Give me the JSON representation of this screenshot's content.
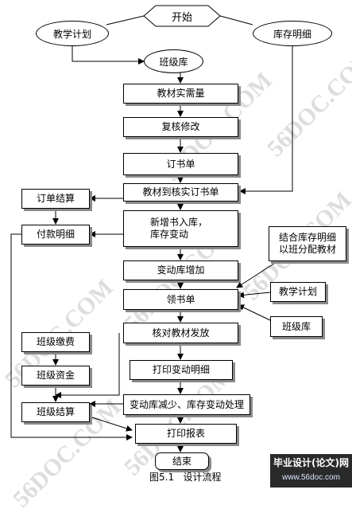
{
  "nodes": {
    "start": "开始",
    "teaching_plan_top": "教学计划",
    "inventory_top": "库存明细",
    "class_lib": "班级库",
    "real_need": "教材实需量",
    "review": "复核修改",
    "order_list": "订书单",
    "check_order": "教材到核实订书单",
    "new_book": "新增书入库，\n库存变动",
    "change_inc": "变动库增加",
    "receive": "领书单",
    "verify_issue": "核对教材发放",
    "print_change": "打印变动明细",
    "change_dec": "变动库减少、库存变动处理",
    "print_report": "打印报表",
    "end": "结束",
    "order_settle": "订单结算",
    "payment": "付款明细",
    "class_fee": "班级缴费",
    "class_fund": "班级资金",
    "class_settle": "班级结算",
    "combine": "结合库存明细\n以班分配教材",
    "teaching_plan_right": "教学计划",
    "class_lib_right": "班级库"
  },
  "caption": "图5.1   设计流程",
  "watermark": "56DOC.COM",
  "banner": {
    "title": "毕业设计(论文)网",
    "url": "www.56doc.com"
  }
}
